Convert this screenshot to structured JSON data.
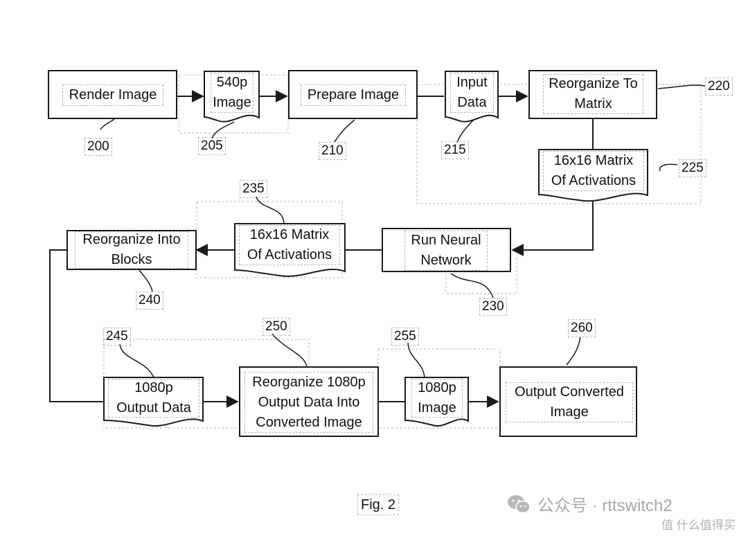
{
  "diagram": {
    "nodes": {
      "render_image": "Render Image",
      "image_540p": "540p\nImage",
      "prepare_image": "Prepare Image",
      "input_data": "Input\nData",
      "reorganize_to_matrix": "Reorganize To\nMatrix",
      "matrix_activations_a": "16x16 Matrix\nOf Activations",
      "run_neural_network": "Run Neural\nNetwork",
      "matrix_activations_b": "16x16 Matrix\nOf Activations",
      "reorganize_into_blocks": "Reorganize Into\nBlocks",
      "output_data_1080p": "1080p\nOutput Data",
      "reorganize_1080p": "Reorganize 1080p\nOutput Data Into\nConverted Image",
      "image_1080p": "1080p\nImage",
      "output_converted_image": "Output Converted\nImage"
    },
    "refs": {
      "r200": "200",
      "r205": "205",
      "r210": "210",
      "r215": "215",
      "r220": "220",
      "r225": "225",
      "r230": "230",
      "r235": "235",
      "r240": "240",
      "r245": "245",
      "r250": "250",
      "r255": "255",
      "r260": "260"
    },
    "figure_label": "Fig. 2"
  },
  "watermark": {
    "icon": "wechat-icon",
    "text": "公众号 · rttswitch2",
    "subtext": "值 什么值得买"
  }
}
